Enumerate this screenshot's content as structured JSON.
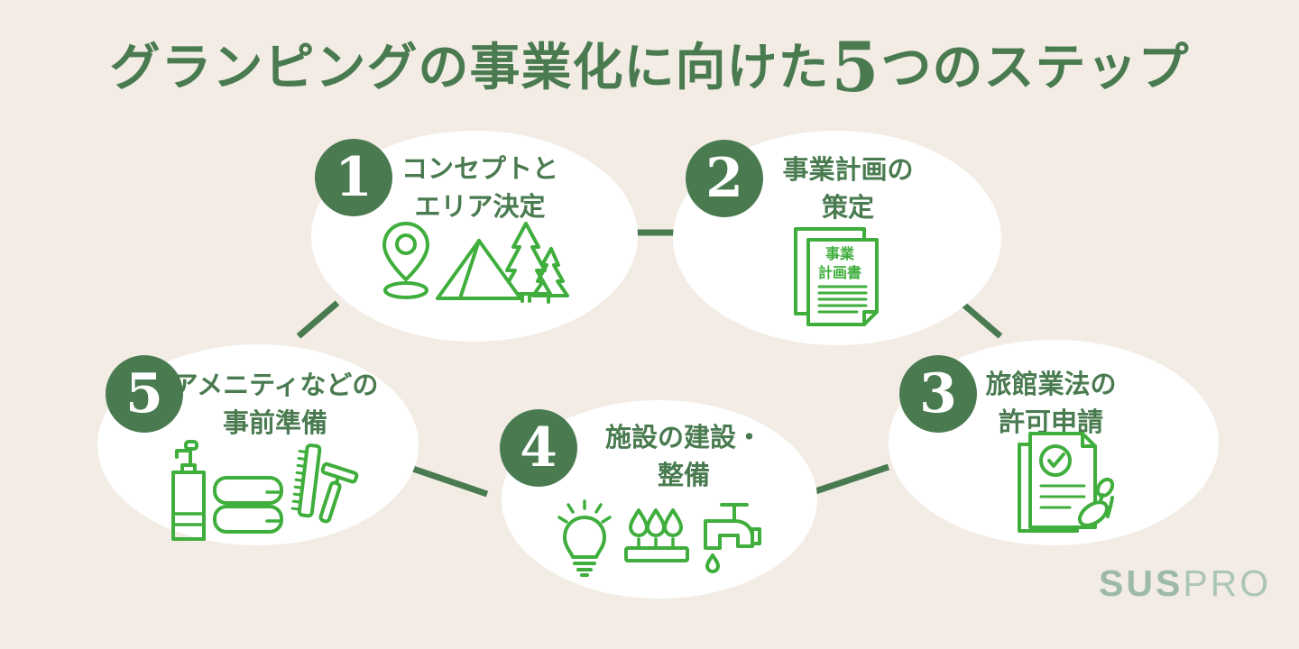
{
  "title": {
    "before": "グランピングの事業化に向けた",
    "number": "5",
    "after": "つのステップ"
  },
  "colors": {
    "background": "#f2ece5",
    "primary_green": "#4a7b50",
    "icon_green": "#3fae3c",
    "ellipse_white": "#ffffff",
    "logo_sus_green": "#9db9a9",
    "logo_pro_green": "#adc5b7"
  },
  "steps": [
    {
      "number": "1",
      "line1": "コンセプトと",
      "line2": "エリア決定",
      "icons": [
        "location-pin",
        "tent",
        "trees"
      ]
    },
    {
      "number": "2",
      "line1": "事業計画の",
      "line2": "策定",
      "icons": [
        "business-plan-documents"
      ],
      "doc_line1": "事業",
      "doc_line2": "計画書"
    },
    {
      "number": "3",
      "line1": "旅館業法の",
      "line2": "許可申請",
      "icons": [
        "approved-document",
        "stamp"
      ]
    },
    {
      "number": "4",
      "line1": "施設の建設・",
      "line2": "整備",
      "icons": [
        "lightbulb",
        "gas-burner",
        "faucet"
      ]
    },
    {
      "number": "5",
      "line1": "アメニティなどの",
      "line2": "事前準備",
      "icons": [
        "pump-bottle",
        "towels",
        "comb",
        "razor"
      ]
    }
  ],
  "logo": {
    "sus": "SUS",
    "pro": "PRO"
  }
}
